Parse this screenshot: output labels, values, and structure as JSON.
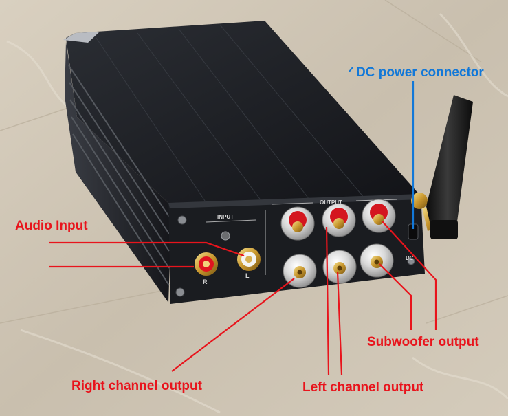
{
  "colors": {
    "annotation_red": "#e8141c",
    "annotation_blue": "#1278d8",
    "chassis": "#1a1c20",
    "floor": "#cfc5b4"
  },
  "panel": {
    "input_label": "INPUT",
    "output_label": "OUTPUT",
    "rca_right": "R",
    "rca_left": "L",
    "dc_label": "DC"
  },
  "annotations": {
    "dc_power": "DC power connector",
    "audio_input": "Audio Input",
    "subwoofer": "Subwoofer output",
    "right_channel": "Right channel output",
    "left_channel": "Left channel output"
  }
}
